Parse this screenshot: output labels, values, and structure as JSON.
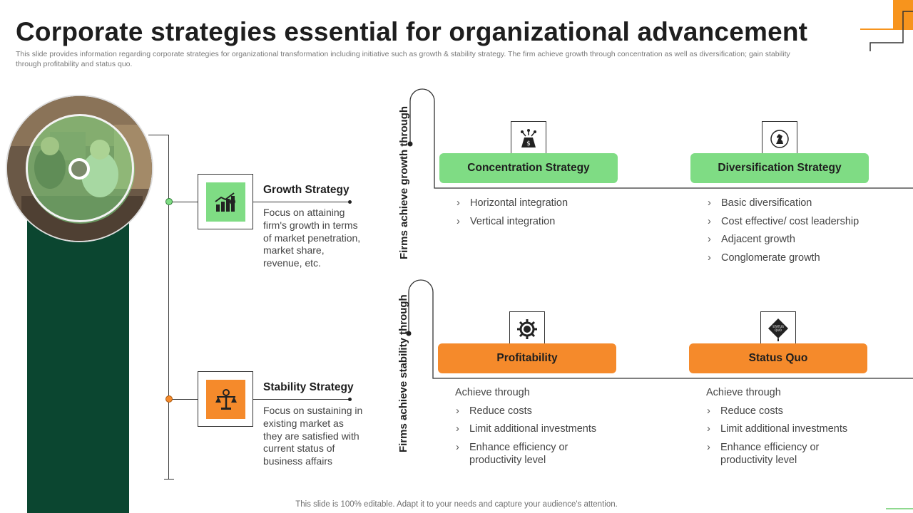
{
  "title": "Corporate strategies essential for organizational advancement",
  "subtitle": "This slide provides information regarding corporate strategies for organizational transformation including initiative such as growth & stability strategy. The firm achieve growth through concentration as well as diversification; gain stability through profitability and status quo.",
  "footer": "This slide is 100% editable. Adapt it to your needs and capture your audience's attention.",
  "colors": {
    "green": "#7fdc84",
    "orange": "#f58a2b",
    "dark_green": "#0b4630"
  },
  "left": {
    "growth": {
      "title": "Growth Strategy",
      "description": "Focus on attaining firm's growth in terms of market penetration, market share, revenue, etc.",
      "icon": "growth-chart-icon"
    },
    "stability": {
      "title": "Stability Strategy",
      "description": "Focus on sustaining in existing market as they are satisfied with current status of business affairs",
      "icon": "balance-scale-icon"
    }
  },
  "growth_section": {
    "label": "Firms achieve growth through",
    "concentration": {
      "title": "Concentration Strategy",
      "icon": "money-bag-icon",
      "items": [
        "Horizontal integration",
        "Vertical integration"
      ]
    },
    "diversification": {
      "title": "Diversification Strategy",
      "icon": "chess-knight-icon",
      "items": [
        "Basic diversification",
        "Cost effective/ cost leadership",
        "Adjacent growth",
        "Conglomerate growth"
      ]
    }
  },
  "stability_section": {
    "label": "Firms achieve stability through",
    "profitability": {
      "title": "Profitability",
      "icon": "gear-money-icon",
      "lead": "Achieve through",
      "items": [
        "Reduce costs",
        "Limit additional investments",
        "Enhance efficiency or productivity level"
      ]
    },
    "status_quo": {
      "title": "Status Quo",
      "icon": "status-quo-sign-icon",
      "icon_text": "STATUS QUO",
      "lead": "Achieve through",
      "items": [
        "Reduce costs",
        "Limit additional investments",
        "Enhance efficiency or productivity level"
      ]
    }
  }
}
